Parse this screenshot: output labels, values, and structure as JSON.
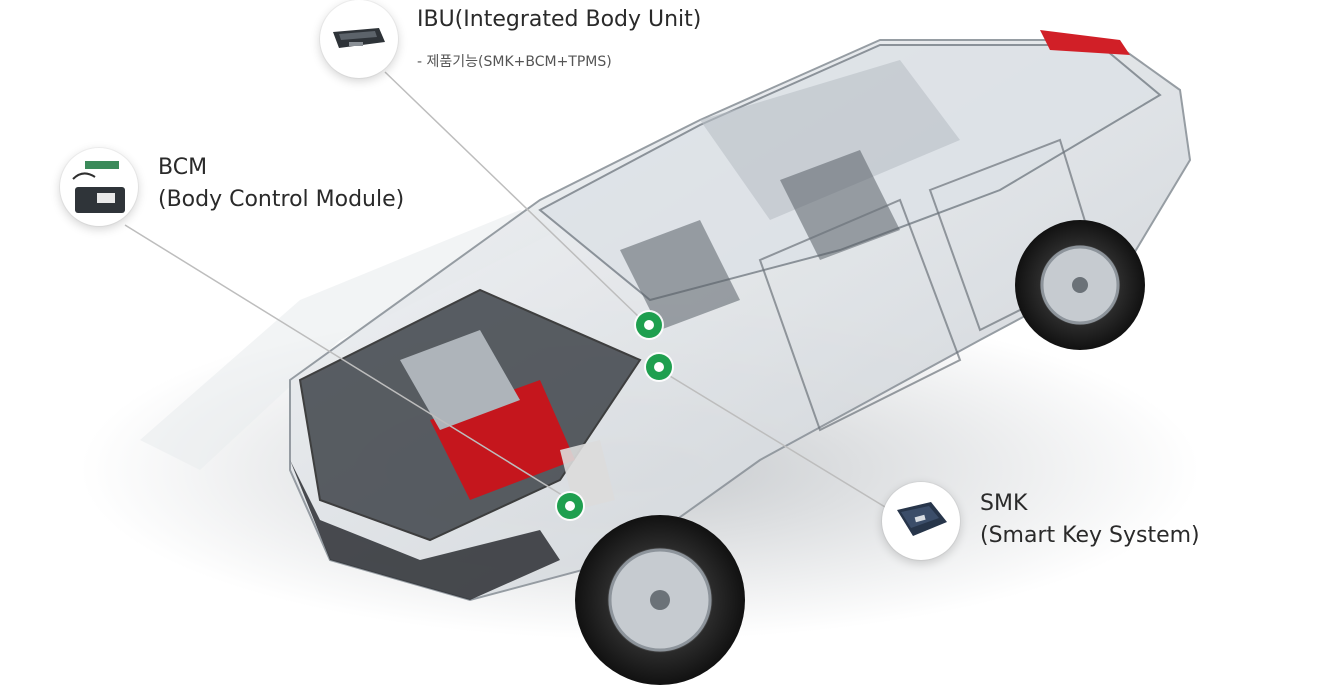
{
  "components": {
    "ibu": {
      "title": "IBU(Integrated Body Unit)",
      "sub": "- 제품기능(SMK+BCM+TPMS)",
      "icon": "ecu-module-icon"
    },
    "bcm": {
      "title_line1": "BCM",
      "title_line2": "(Body Control Module)",
      "icon": "circuit-module-icon"
    },
    "smk": {
      "title_line1": "SMK",
      "title_line2": "(Smart Key System)",
      "icon": "smart-key-module-icon"
    }
  },
  "colors": {
    "marker": "#1f9f4f",
    "leader_line": "#bdbdbd",
    "text": "#2a2a2a"
  }
}
